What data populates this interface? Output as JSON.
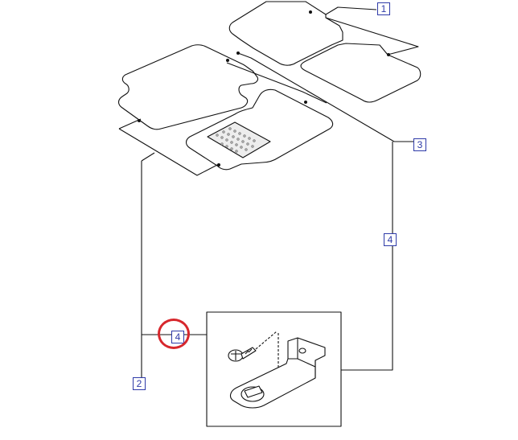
{
  "callouts": {
    "item_1": "1",
    "item_2": "2",
    "item_3": "3",
    "item_4_upper": "4",
    "item_4_lower": "4"
  },
  "colors": {
    "callout_blue": "#2e3aa8",
    "highlight_red": "#d7272c",
    "line_black": "#111111",
    "mat_pattern_grey": "#cfcfcf"
  },
  "highlight": {
    "target": "item_4_lower"
  }
}
